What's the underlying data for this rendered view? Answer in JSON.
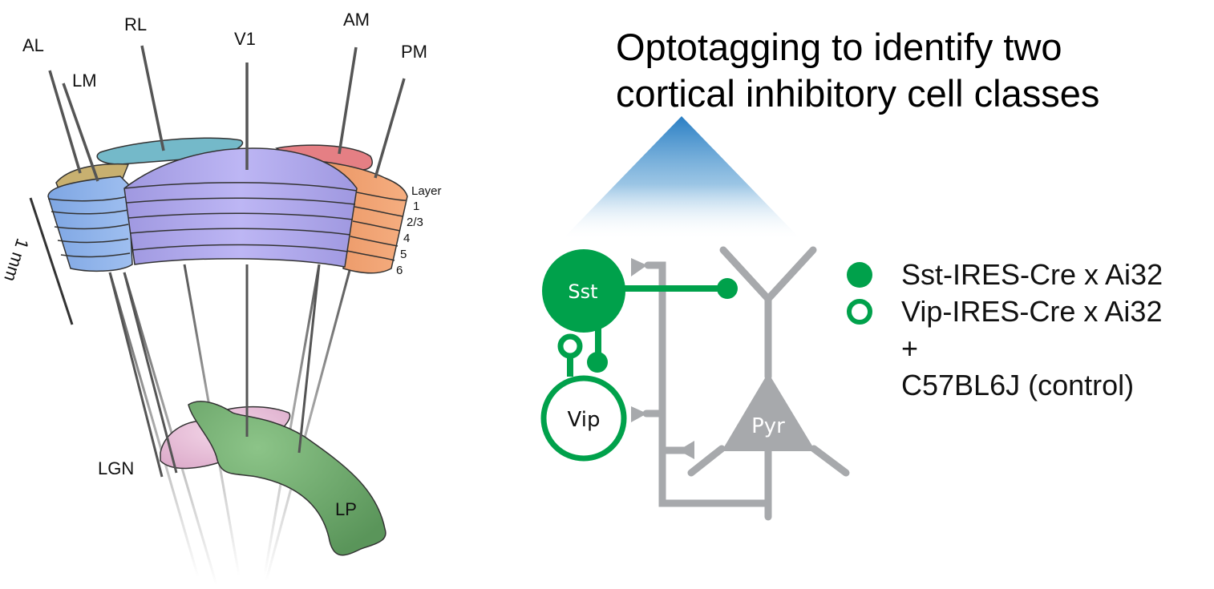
{
  "left_panel": {
    "areas": [
      "AL",
      "LM",
      "RL",
      "V1",
      "AM",
      "PM"
    ],
    "thalamus": [
      "LGN",
      "LP"
    ],
    "layer_heading": "Layer",
    "layers": [
      "1",
      "2/3",
      "4",
      "5",
      "6"
    ],
    "scale_bar": "1 mm"
  },
  "title": {
    "line1": "Optotagging to identify two",
    "line2": "cortical inhibitory cell classes"
  },
  "circuit": {
    "sst_label": "Sst",
    "vip_label": "Vip",
    "pyr_label": "Pyr"
  },
  "legend": {
    "items": [
      {
        "marker": "filled-circle",
        "label": "Sst-IRES-Cre x Ai32"
      },
      {
        "marker": "open-circle",
        "label": "Vip-IRES-Cre x Ai32"
      }
    ],
    "plus": "+",
    "control": "C57BL6J (control)"
  },
  "colors": {
    "green": "#00a14b",
    "grey": "#a7a9ac",
    "light_blue": "#2a7fc4",
    "v1": "#b3aef0",
    "lm": "#8fb3ea",
    "pm": "#f0a070",
    "am": "#e57f84",
    "rl": "#74b9c9",
    "al": "#c8b070",
    "lgn": "#e8bcd8",
    "lp": "#6fae6c"
  }
}
